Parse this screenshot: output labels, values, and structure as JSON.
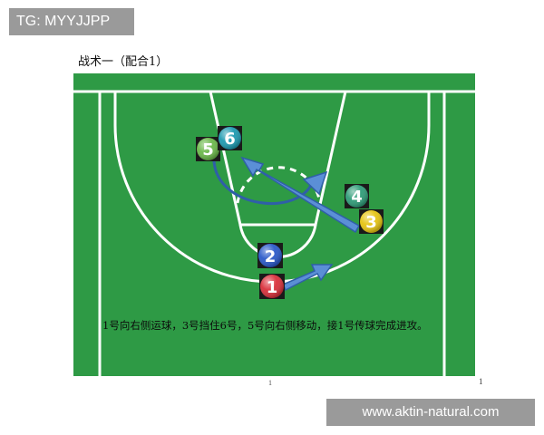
{
  "watermark_top": "TG: MYYJJPP",
  "title": "战术一（配合1）",
  "description": "1号向右侧运球，3号挡住6号，5号向右侧移动，接1号传球完成进攻。",
  "footer": {
    "left_mark": "1",
    "page_number": "1"
  },
  "watermark_bottom": "www.aktin-natural.com",
  "colors": {
    "court": "#2e9a45",
    "lines": "#ffffff",
    "arrow_fill": "#5b8fd6",
    "arrow_stroke": "#2f5fa8"
  },
  "players": [
    {
      "number": "1",
      "color": "#d9303b",
      "icon": "red-marble"
    },
    {
      "number": "2",
      "color": "#2a59c9",
      "icon": "blue-marble"
    },
    {
      "number": "3",
      "color": "#e6c412",
      "icon": "yellow-marble"
    },
    {
      "number": "4",
      "color": "#2f9c78",
      "icon": "green-teal-marble"
    },
    {
      "number": "5",
      "color": "#6bb84a",
      "icon": "green-marble"
    },
    {
      "number": "6",
      "color": "#1e9ab0",
      "icon": "teal-marble"
    }
  ]
}
